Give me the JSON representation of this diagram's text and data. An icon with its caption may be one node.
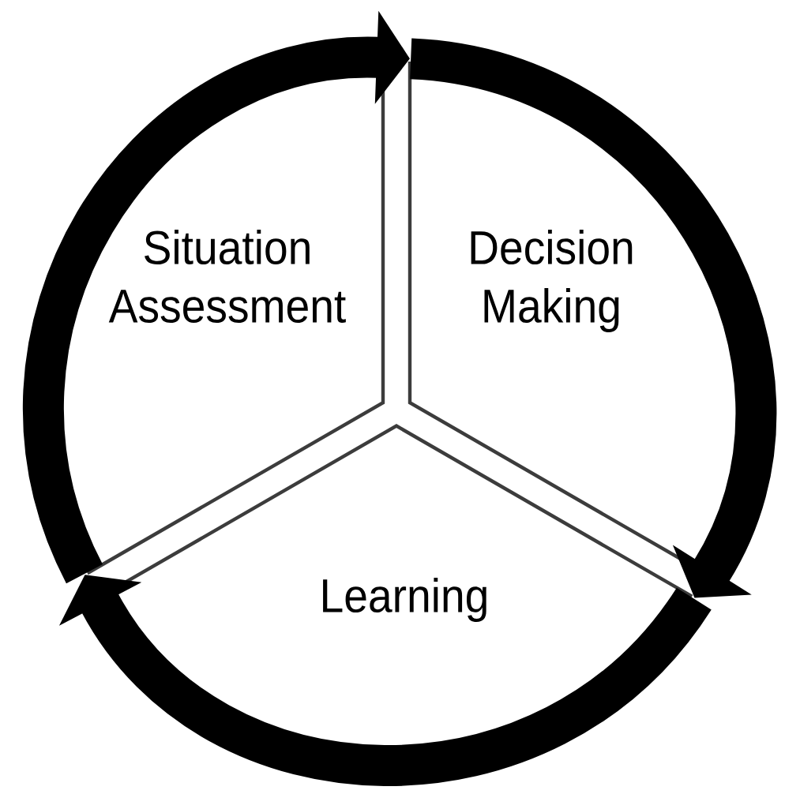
{
  "diagram": {
    "nodes": [
      {
        "text": [
          "Situation Assessment"
        ]
      },
      {
        "text": [
          "Decision Making"
        ]
      },
      {
        "text": [
          "Learning"
        ]
      }
    ],
    "edges": [
      {
        "from": 0,
        "to": 1,
        "arrow": "to"
      },
      {
        "from": 1,
        "to": 2,
        "arrow": "to"
      },
      {
        "from": 2,
        "to": 0,
        "arrow": "to"
      }
    ]
  }
}
